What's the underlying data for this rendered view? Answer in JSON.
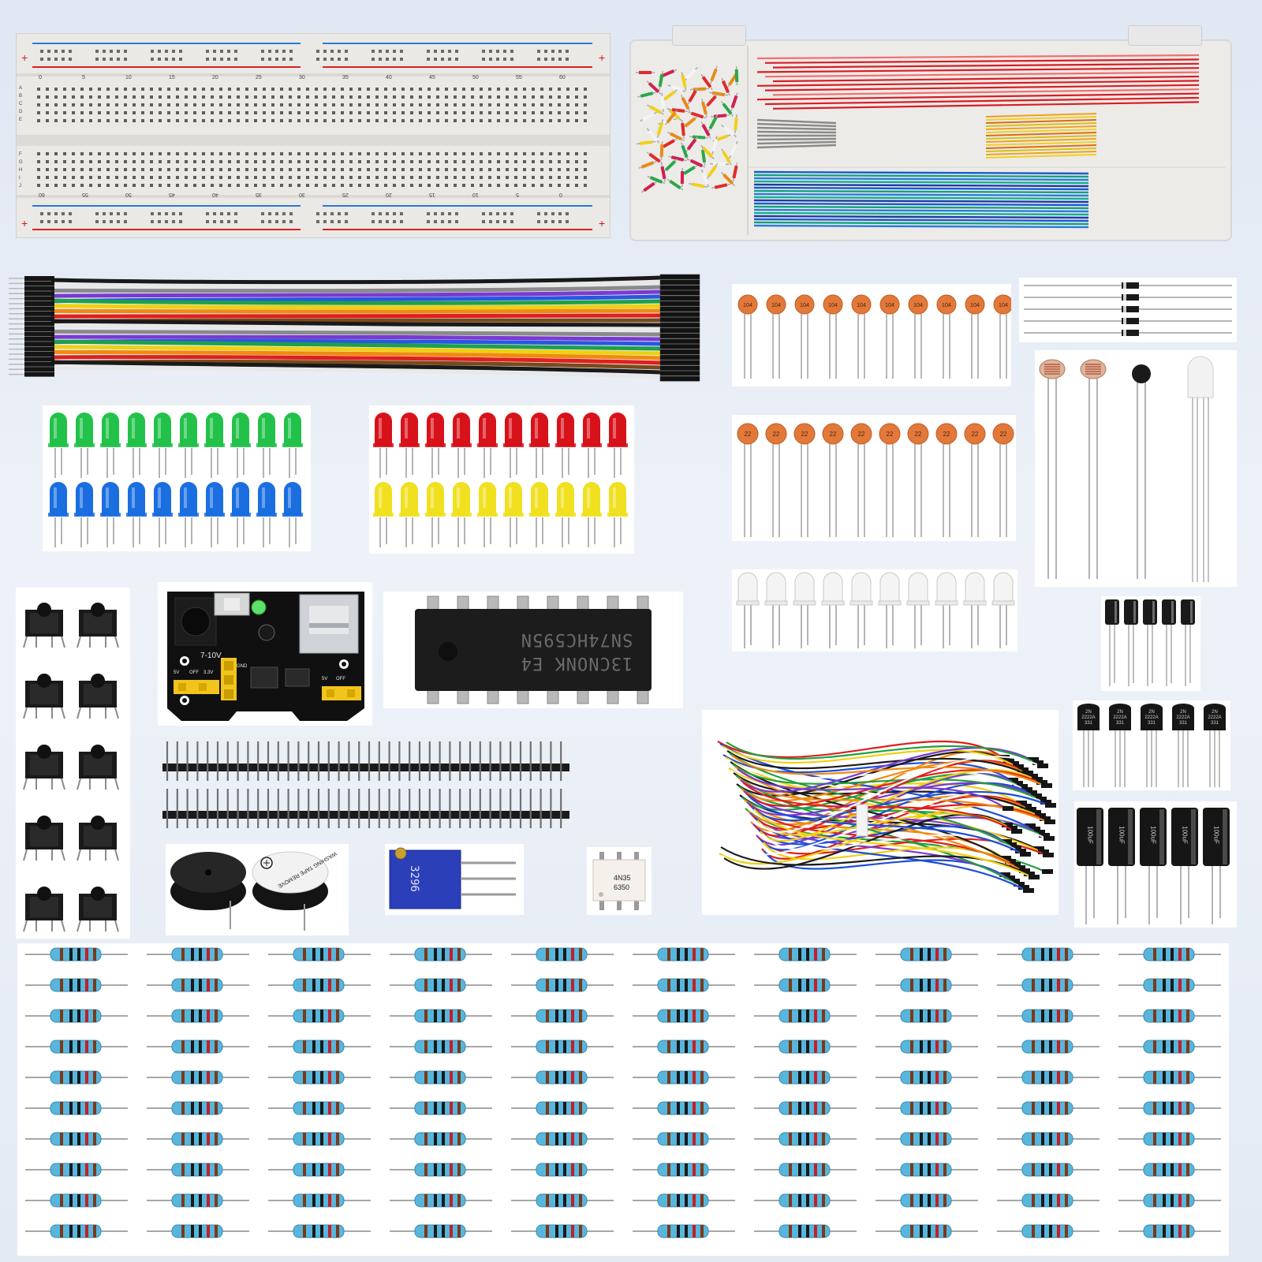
{
  "breadboard": {
    "col_numbers": [
      "0",
      "5",
      "10",
      "15",
      "20",
      "25",
      "30",
      "35",
      "40",
      "45",
      "50",
      "55",
      "60"
    ],
    "col_numbers_rev": [
      "60",
      "55",
      "50",
      "45",
      "40",
      "35",
      "30",
      "25",
      "20",
      "15",
      "10",
      "5",
      "0"
    ],
    "rows_top": [
      "A",
      "B",
      "C",
      "D",
      "E"
    ],
    "rows_bottom": [
      "F",
      "G",
      "H",
      "I",
      "J"
    ],
    "plus": "+",
    "minus": "-"
  },
  "capacitors_104": {
    "label": "104",
    "count": 10
  },
  "capacitors_22": {
    "label": "22",
    "count": 10
  },
  "ic": {
    "line1": "SN74HC595N",
    "line2": "13CNONK E4"
  },
  "power_module": {
    "voltage_label": "7-10V",
    "v5": "5V",
    "off": "OFF",
    "v33": "3.3V",
    "gnd": "GND"
  },
  "optocoupler": {
    "line1": "4N35",
    "line2": "6350"
  },
  "potentiometer": {
    "label": "3296"
  },
  "transistors": {
    "line1": "2N",
    "line2": "2222A",
    "line3": "331",
    "count": 5
  },
  "electrolytic": {
    "label": "100uF"
  },
  "buzzer": {
    "label": "WASHING TAPE REMOVE"
  },
  "colors": {
    "led_green": "#22c24a",
    "led_red": "#d8121a",
    "led_blue": "#1a6ee0",
    "led_yellow": "#f0e020",
    "ceramic": "#e2793a",
    "resistor_body": "#58b6dc"
  }
}
